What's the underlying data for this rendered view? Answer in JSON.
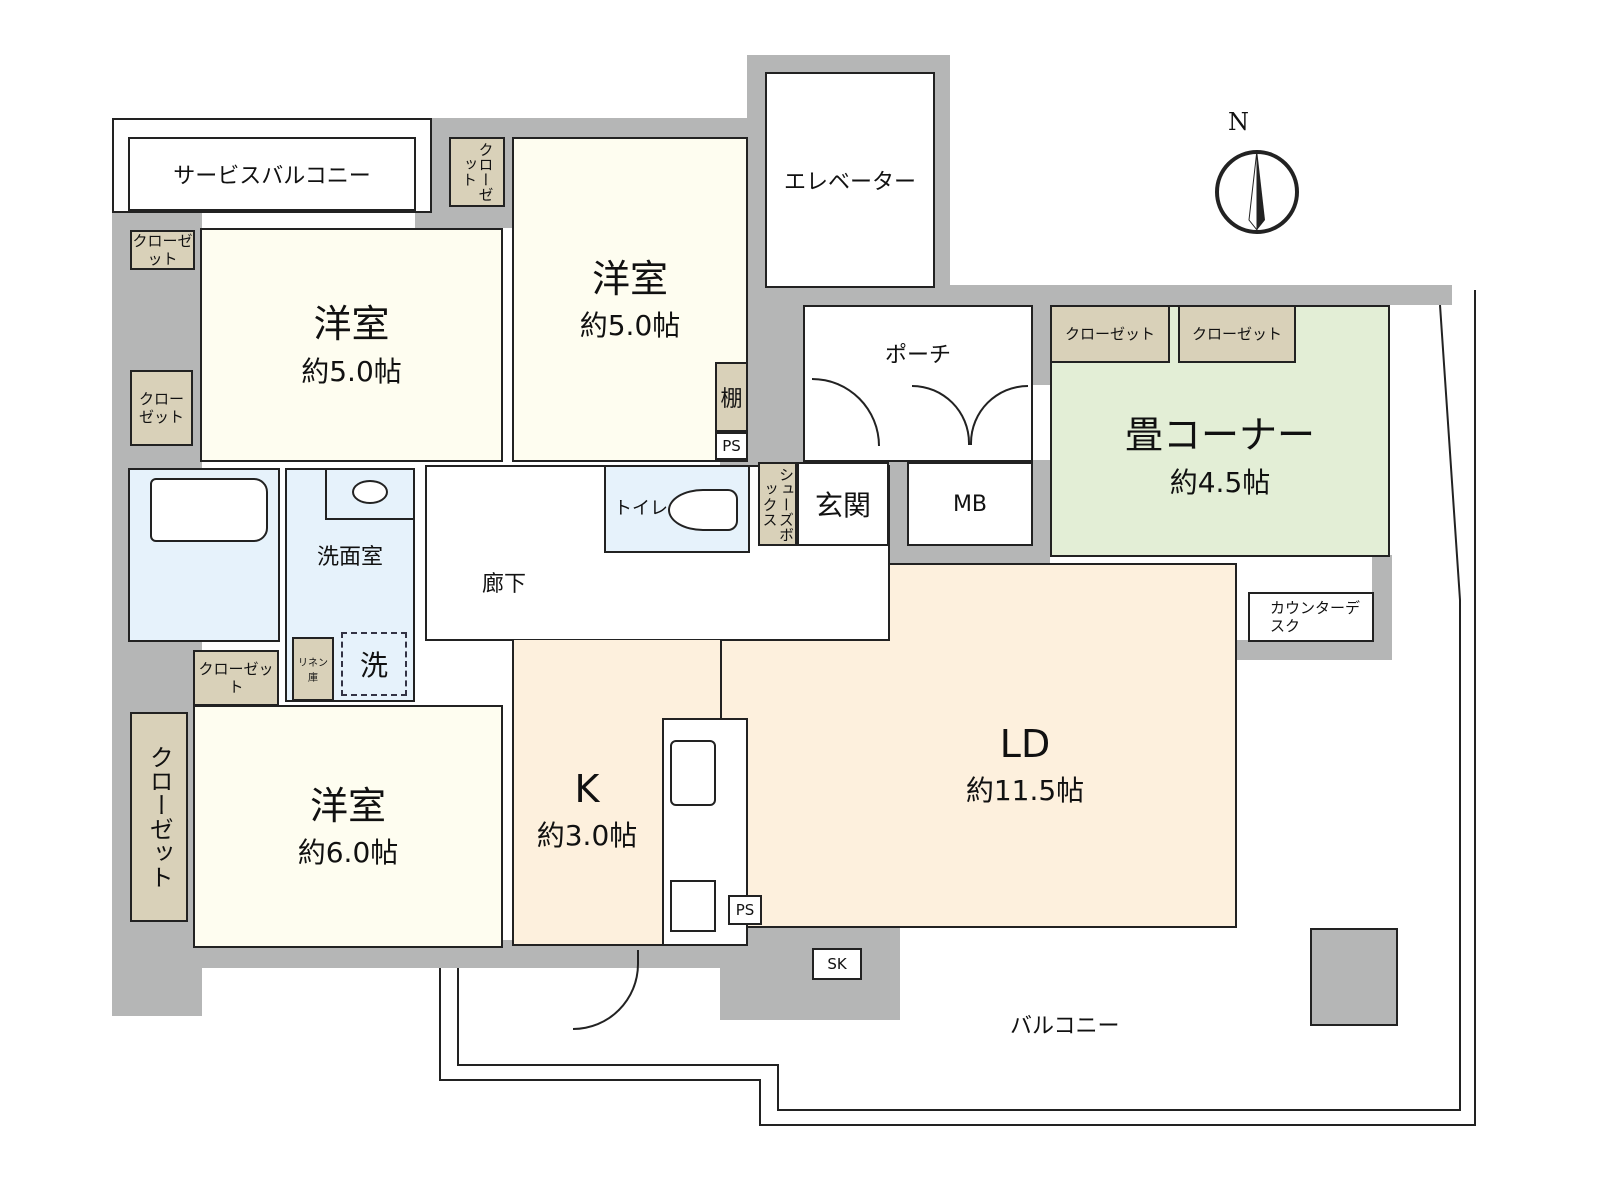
{
  "plan": {
    "rooms": {
      "service_balcony": "サービスバルコニー",
      "bedroom1": {
        "name": "洋室",
        "size": "約5.0帖"
      },
      "bedroom2": {
        "name": "洋室",
        "size": "約5.0帖"
      },
      "bedroom3": {
        "name": "洋室",
        "size": "約6.0帖"
      },
      "elevator": "エレベーター",
      "porch": "ポーチ",
      "tatami": {
        "name": "畳コーナー",
        "size": "約4.5帖"
      },
      "entrance": "玄関",
      "mb": "MB",
      "toilet": "トイレ",
      "shoe_box": "シューズボックス",
      "shelf": "棚",
      "ps1": "PS",
      "ps2": "PS",
      "washroom": "洗面室",
      "hallway": "廊下",
      "linen": "リネン庫",
      "washer": "洗",
      "kitchen": {
        "name": "K",
        "size": "約3.0帖"
      },
      "ld": {
        "name": "LD",
        "size": "約11.5帖"
      },
      "counter_desk": "カウンターデスク",
      "sk": "SK",
      "balcony": "バルコニー"
    },
    "closet_label": "クローゼット",
    "north_label": "N"
  },
  "colors": {
    "wall": "#b5b6b6",
    "western_room": "#fefdf0",
    "wet_area": "#e6f2fb",
    "closet": "#d9d1b9",
    "tatami": "#e3eed6",
    "ldk": "#fdf0dd"
  }
}
